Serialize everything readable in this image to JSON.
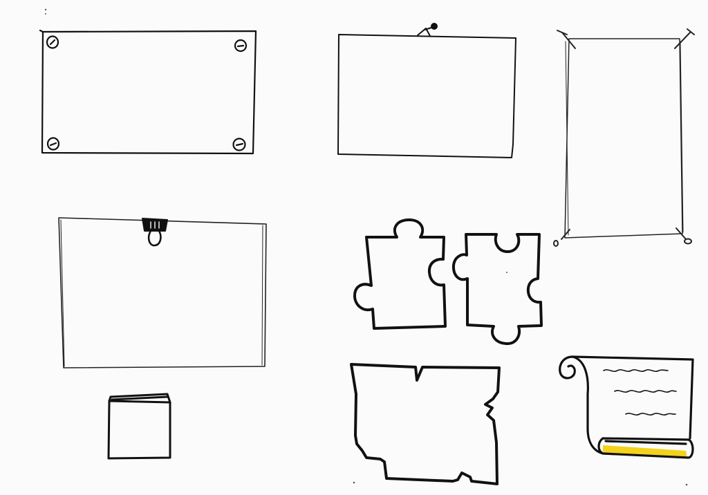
{
  "sheet": {
    "background_color": "#fbfbfb",
    "ink_color": "#111111",
    "highlight_color": "#f2d21b"
  },
  "sketches": [
    {
      "name": "rectangle-with-screws",
      "icon": "screw-icon"
    },
    {
      "name": "rectangle-with-pin",
      "icon": "pin-icon"
    },
    {
      "name": "rectangle-with-nails",
      "icon": "nail-icon"
    },
    {
      "name": "rectangle-with-binder-clip",
      "icon": "binder-clip-icon"
    },
    {
      "name": "puzzle-piece-left",
      "icon": "puzzle-piece-icon"
    },
    {
      "name": "puzzle-piece-right",
      "icon": "puzzle-piece-icon"
    },
    {
      "name": "small-booklet",
      "icon": "booklet-icon"
    },
    {
      "name": "torn-paper",
      "icon": "torn-paper-icon"
    },
    {
      "name": "scroll-with-text-lines",
      "icon": "scroll-icon"
    }
  ]
}
